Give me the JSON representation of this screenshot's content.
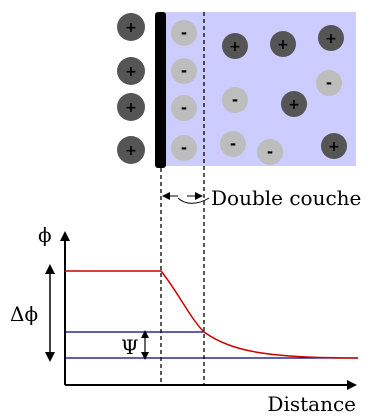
{
  "labels": {
    "double_layer": "Double couche",
    "y_axis": "ϕ",
    "x_axis": "Distance",
    "delta_phi": "Δϕ",
    "psi": "Ψ"
  },
  "ions": {
    "positive_sign": "+",
    "negative_sign": "-"
  },
  "colors": {
    "solution": "#ccccff",
    "electrode": "#000000",
    "positive_ion": "#555555",
    "negative_ion": "#bdbdbd",
    "potential_curve": "#cc0000",
    "reference_lines": "#000080"
  }
}
